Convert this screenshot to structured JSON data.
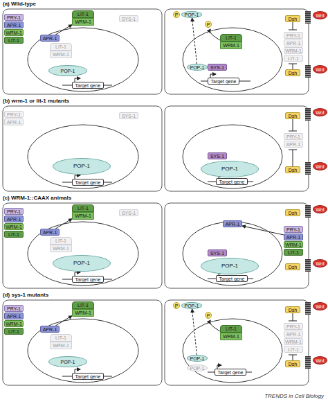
{
  "diagram": {
    "nodes": [
      {
        "text": [
          "(a) Wild-type"
        ]
      },
      {
        "text": [
          "PRY-1"
        ],
        "in": 0
      },
      {
        "text": [
          "APR-1"
        ],
        "in": 0
      },
      {
        "text": [
          "WRM-1"
        ],
        "in": 0
      },
      {
        "text": [
          "LIT-1"
        ],
        "in": 0
      },
      {
        "text": [
          "APR-1"
        ],
        "in": 0
      },
      {
        "text": [
          "LIT-1",
          "WRM-1"
        ],
        "in": 0
      },
      {
        "text": [
          "LIT-1",
          "WRM-1"
        ],
        "in": 0
      },
      {
        "text": [
          "SYS-1"
        ],
        "in": 0
      },
      {
        "text": [
          "POP-1"
        ],
        "in": 0
      },
      {
        "text": [
          "Target gene"
        ],
        "in": 0
      },
      {
        "text": [
          "P"
        ],
        "in": 0
      },
      {
        "text": [
          "POP-1"
        ],
        "in": 0
      },
      {
        "text": [
          "P"
        ],
        "in": 0
      },
      {
        "text": [
          "LIT-1",
          "WRM-1"
        ],
        "in": 0
      },
      {
        "text": [
          "SYS-1"
        ],
        "in": 0
      },
      {
        "text": [
          "POP-1"
        ],
        "in": 0
      },
      {
        "text": [
          "Target gene"
        ],
        "in": 0
      },
      {
        "text": [
          "PRY-1"
        ],
        "in": 0
      },
      {
        "text": [
          "APR-1"
        ],
        "in": 0
      },
      {
        "text": [
          "WRM-1"
        ],
        "in": 0
      },
      {
        "text": [
          "LIT-1"
        ],
        "in": 0
      },
      {
        "text": [
          "Dsh"
        ],
        "in": 0
      },
      {
        "text": [
          "Dsh"
        ],
        "in": 0
      },
      {
        "text": [
          "Wnt"
        ],
        "in": 0
      },
      {
        "text": [
          "Wnt"
        ],
        "in": 0
      },
      {
        "text": [
          "(b) wrm-1 or lit-1 mutants"
        ]
      },
      {
        "text": [
          "PRY-1"
        ],
        "in": 26
      },
      {
        "text": [
          "APR-1"
        ],
        "in": 26
      },
      {
        "text": [
          "SYS-1"
        ],
        "in": 26
      },
      {
        "text": [
          "POP-1"
        ],
        "in": 26
      },
      {
        "text": [
          "Target gene"
        ],
        "in": 26
      },
      {
        "text": [
          "SYS-1"
        ],
        "in": 26
      },
      {
        "text": [
          "POP-1"
        ],
        "in": 26
      },
      {
        "text": [
          "Target gene"
        ],
        "in": 26
      },
      {
        "text": [
          "PRY-1"
        ],
        "in": 26
      },
      {
        "text": [
          "APR-1"
        ],
        "in": 26
      },
      {
        "text": [
          "Dsh"
        ],
        "in": 26
      },
      {
        "text": [
          "Dsh"
        ],
        "in": 26
      },
      {
        "text": [
          "Wnt"
        ],
        "in": 26
      },
      {
        "text": [
          "Wnt"
        ],
        "in": 26
      },
      {
        "text": [
          "(c) WRM-1::CAAX animals"
        ]
      },
      {
        "text": [
          "PRY-1"
        ],
        "in": 41
      },
      {
        "text": [
          "APR-1"
        ],
        "in": 41
      },
      {
        "text": [
          "WRM-1"
        ],
        "in": 41
      },
      {
        "text": [
          "LIT-1"
        ],
        "in": 41
      },
      {
        "text": [
          "APR-1"
        ],
        "in": 41
      },
      {
        "text": [
          "LIT-1",
          "WRM-1"
        ],
        "in": 41
      },
      {
        "text": [
          "LIT-1",
          "WRM-1"
        ],
        "in": 41
      },
      {
        "text": [
          "SYS-1"
        ],
        "in": 41
      },
      {
        "text": [
          "POP-1"
        ],
        "in": 41
      },
      {
        "text": [
          "Target gene"
        ],
        "in": 41
      },
      {
        "text": [
          "APR-1"
        ],
        "in": 41
      },
      {
        "text": [
          "SYS-1"
        ],
        "in": 41
      },
      {
        "text": [
          "POP-1"
        ],
        "in": 41
      },
      {
        "text": [
          "Target gene"
        ],
        "in": 41
      },
      {
        "text": [
          "PRY-1"
        ],
        "in": 41
      },
      {
        "text": [
          "APR-1"
        ],
        "in": 41
      },
      {
        "text": [
          "WRM-1"
        ],
        "in": 41
      },
      {
        "text": [
          "LIT-1"
        ],
        "in": 41
      },
      {
        "text": [
          "Dsh"
        ],
        "in": 41
      },
      {
        "text": [
          "Dsh"
        ],
        "in": 41
      },
      {
        "text": [
          "Wnt"
        ],
        "in": 41
      },
      {
        "text": [
          "Wnt"
        ],
        "in": 41
      },
      {
        "text": [
          "(d) sys-1 mutants"
        ]
      },
      {
        "text": [
          "PRY-1"
        ],
        "in": 64
      },
      {
        "text": [
          "APR-1"
        ],
        "in": 64
      },
      {
        "text": [
          "WRM-1"
        ],
        "in": 64
      },
      {
        "text": [
          "LIT-1"
        ],
        "in": 64
      },
      {
        "text": [
          "APR-1"
        ],
        "in": 64
      },
      {
        "text": [
          "LIT-1",
          "WRM-1"
        ],
        "in": 64
      },
      {
        "text": [
          "LIT-1",
          "WRM-1"
        ],
        "in": 64
      },
      {
        "text": [
          "POP-1"
        ],
        "in": 64
      },
      {
        "text": [
          "Target gene"
        ],
        "in": 64
      },
      {
        "text": [
          "P"
        ],
        "in": 64
      },
      {
        "text": [
          "POP-1"
        ],
        "in": 64
      },
      {
        "text": [
          "P"
        ],
        "in": 64
      },
      {
        "text": [
          "LIT-1",
          "WRM-1"
        ],
        "in": 64
      },
      {
        "text": [
          "POP-1"
        ],
        "in": 64
      },
      {
        "text": [
          "POP-1"
        ],
        "in": 64
      },
      {
        "text": [
          "Target gene"
        ],
        "in": 64
      },
      {
        "text": [
          "PRY-1"
        ],
        "in": 64
      },
      {
        "text": [
          "APR-1"
        ],
        "in": 64
      },
      {
        "text": [
          "WRM-1"
        ],
        "in": 64
      },
      {
        "text": [
          "LIT-1"
        ],
        "in": 64
      },
      {
        "text": [
          "Dsh"
        ],
        "in": 64
      },
      {
        "text": [
          "Dsh"
        ],
        "in": 64
      },
      {
        "text": [
          "Wnt"
        ],
        "in": 64
      },
      {
        "text": [
          "Wnt"
        ],
        "in": 64
      }
    ],
    "edges": [
      {
        "from": 5,
        "to": 7,
        "arrow": "to"
      },
      {
        "from": 16,
        "to": 12,
        "arrow": "to"
      },
      {
        "from": 46,
        "to": 48,
        "arrow": "to"
      },
      {
        "from": 57,
        "to": 52,
        "arrow": "to"
      },
      {
        "from": 69,
        "to": 71,
        "arrow": "to"
      },
      {
        "from": 78,
        "to": 75,
        "arrow": "to"
      }
    ],
    "labels": [
      "TRENDS in Cell Biology"
    ]
  }
}
